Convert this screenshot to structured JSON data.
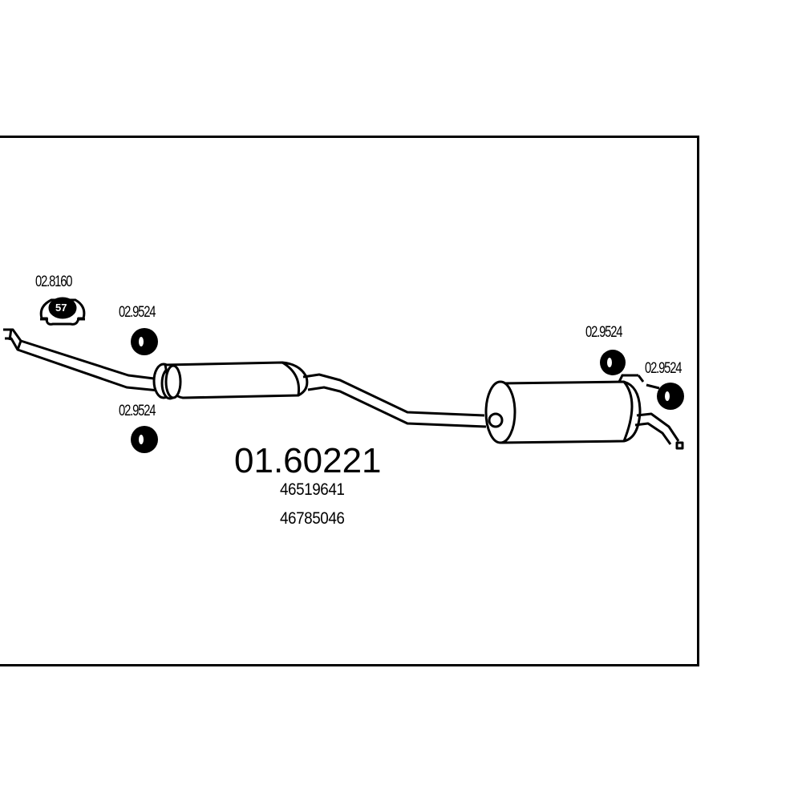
{
  "diagram": {
    "product_code": "01.60221",
    "oem_numbers": [
      "46519641",
      "46785046"
    ],
    "fitting_labels": {
      "clamp_front": "02.8160",
      "hanger_front_upper": "02.9524",
      "hanger_front_lower": "02.9524",
      "hanger_rear_upper": "02.9524",
      "hanger_rear_side": "02.9524"
    },
    "clamp_size": "57",
    "colors": {
      "ink": "#000000",
      "paper": "#ffffff"
    }
  }
}
